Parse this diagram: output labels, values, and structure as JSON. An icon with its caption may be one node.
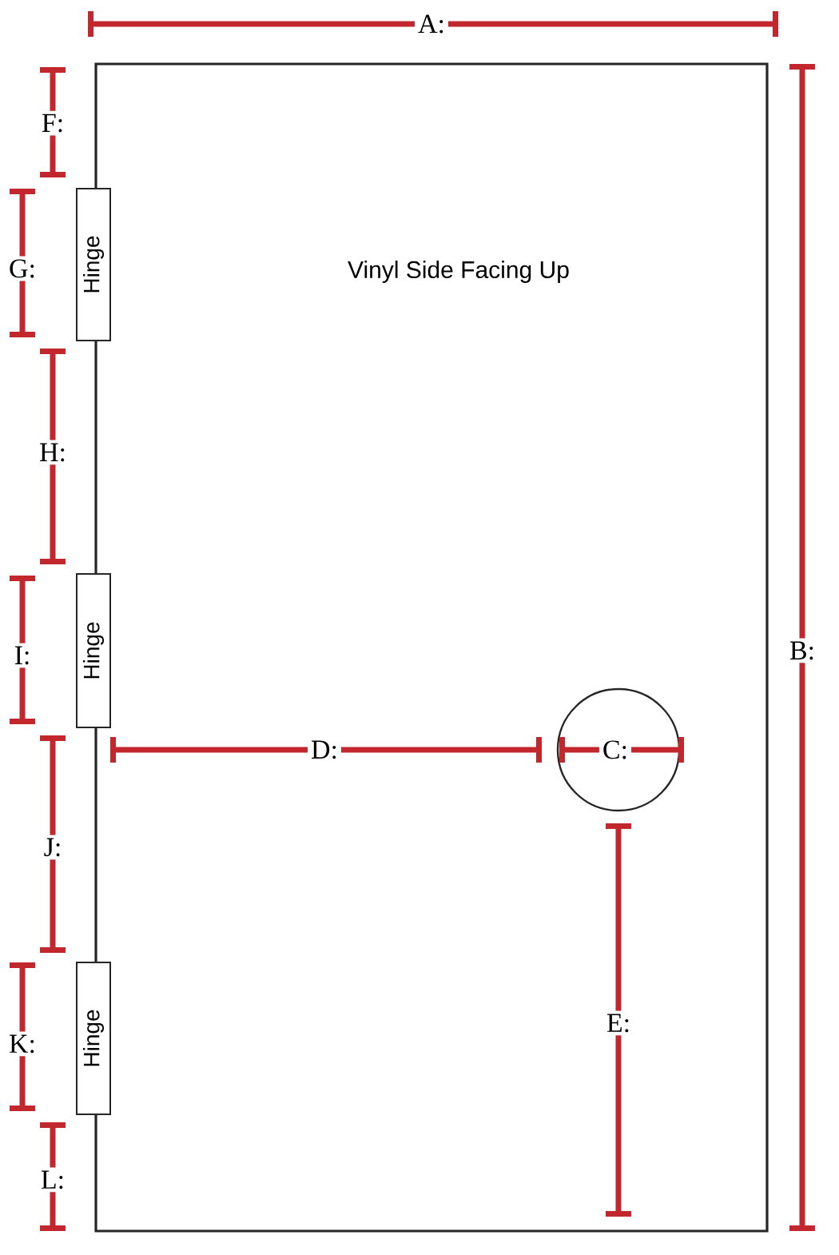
{
  "diagram": {
    "nodes": [
      {
        "text": [
          "Vinyl Side Facing Up"
        ]
      },
      {
        "text": [
          "Hinge"
        ]
      },
      {
        "text": [
          "Hinge"
        ]
      },
      {
        "text": [
          "Hinge"
        ]
      },
      {
        "text": [],
        "shape": "circle",
        "in": 0
      }
    ],
    "labels": [
      "A:",
      "F:",
      "G:",
      "H:",
      "B:",
      "I:",
      "D:",
      "C:",
      "J:",
      "E:",
      "K:",
      "L:"
    ]
  }
}
